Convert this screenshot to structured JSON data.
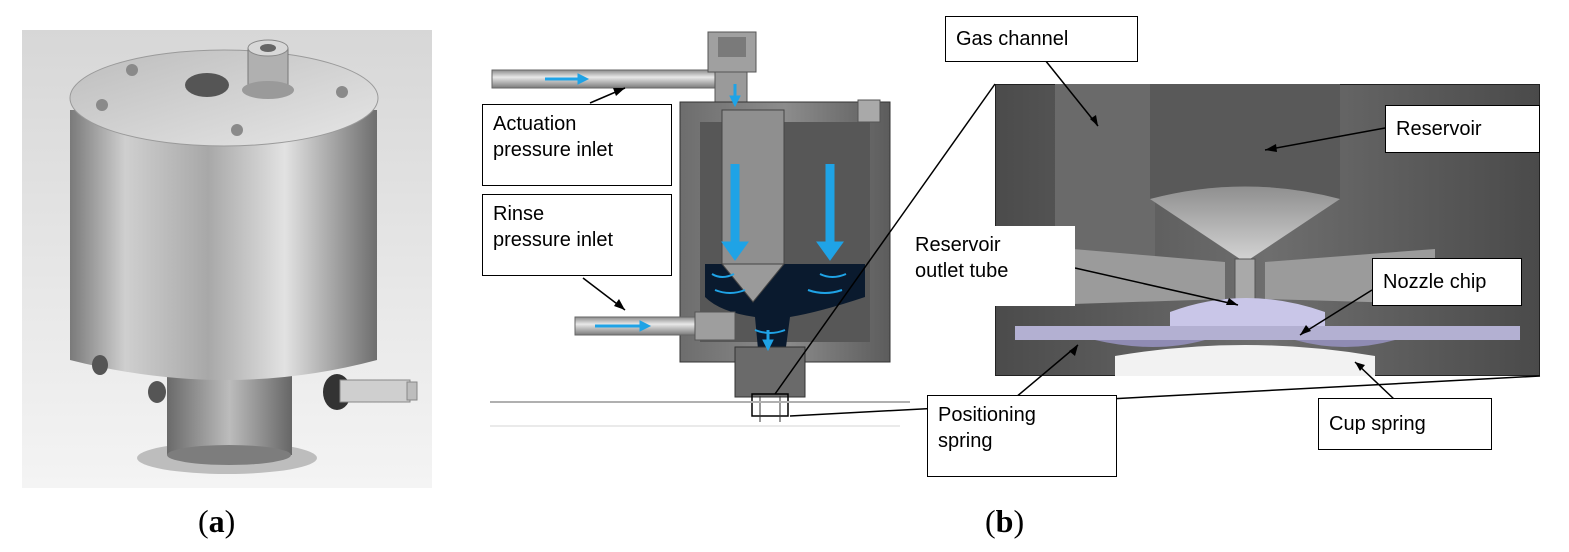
{
  "panel_labels": {
    "a": "a",
    "b": "b"
  },
  "callouts": {
    "actuation": "Actuation\npressure inlet",
    "rinse": "Rinse\npressure inlet",
    "gas_channel": "Gas channel",
    "reservoir": "Reservoir",
    "reservoir_outlet": "Reservoir\noutlet tube",
    "nozzle_chip": "Nozzle chip",
    "positioning_spring": "Positioning\nspring",
    "cup_spring": "Cup spring"
  },
  "colors": {
    "flow_arrow": "#1fa3e6",
    "liquid": "#0a1a2e",
    "steel_dark": "#5a5a5a",
    "steel_light": "#c9c9c9",
    "spring_lavender": "#c9c6e8"
  }
}
